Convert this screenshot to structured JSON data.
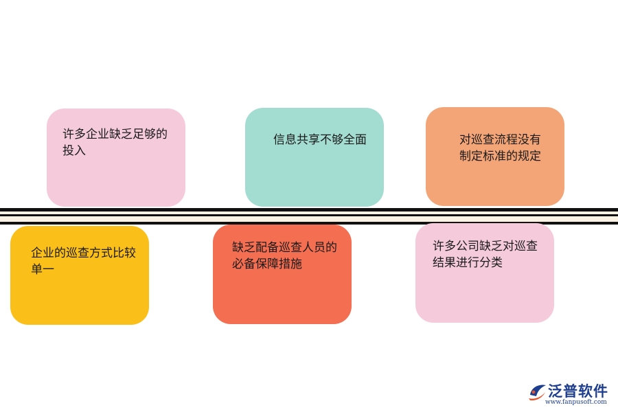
{
  "diagram": {
    "top_cards": [
      {
        "text": "许多企业缺乏足够的投入",
        "color": "#f5cbdc"
      },
      {
        "text": "信息共享不够全面",
        "color": "#a3dcd1"
      },
      {
        "text": "对巡查流程没有制定标准的规定",
        "color": "#f4a577"
      }
    ],
    "bottom_cards": [
      {
        "text": "企业的巡查方式比较单一",
        "color": "#fbbf1a"
      },
      {
        "text": "缺乏配备巡查人员的必备保障措施",
        "color": "#f46e52"
      },
      {
        "text": "许多公司缺乏对巡查结果进行分类",
        "color": "#f5cbdc"
      }
    ],
    "timeline_color": "#111111"
  },
  "logo": {
    "name": "泛普软件",
    "url": "www.fanpusoft.com",
    "icon": "fanpu-logo-icon"
  }
}
